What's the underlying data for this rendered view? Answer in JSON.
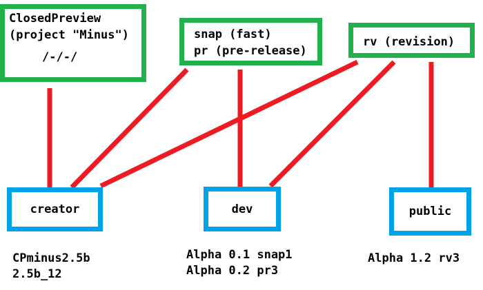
{
  "colors": {
    "source_border": "#22b14c",
    "channel_border": "#00a2e8",
    "link": "#ed1c24"
  },
  "sources": {
    "closed_preview": {
      "title": "ClosedPreview",
      "subtitle": "(project \"Minus\")",
      "marker": "/-/-/"
    },
    "snap_pr": {
      "line1": "snap (fast)",
      "line2": "pr (pre-release)"
    },
    "rv": {
      "label": "rv (revision)"
    }
  },
  "channels": {
    "creator": {
      "label": "creator",
      "version1": "CPminus2.5b",
      "version2": "2.5b_12"
    },
    "dev": {
      "label": "dev",
      "version1": "Alpha 0.1 snap1",
      "version2": "Alpha 0.2 pr3"
    },
    "public": {
      "label": "public",
      "version1": "Alpha 1.2 rv3"
    }
  }
}
